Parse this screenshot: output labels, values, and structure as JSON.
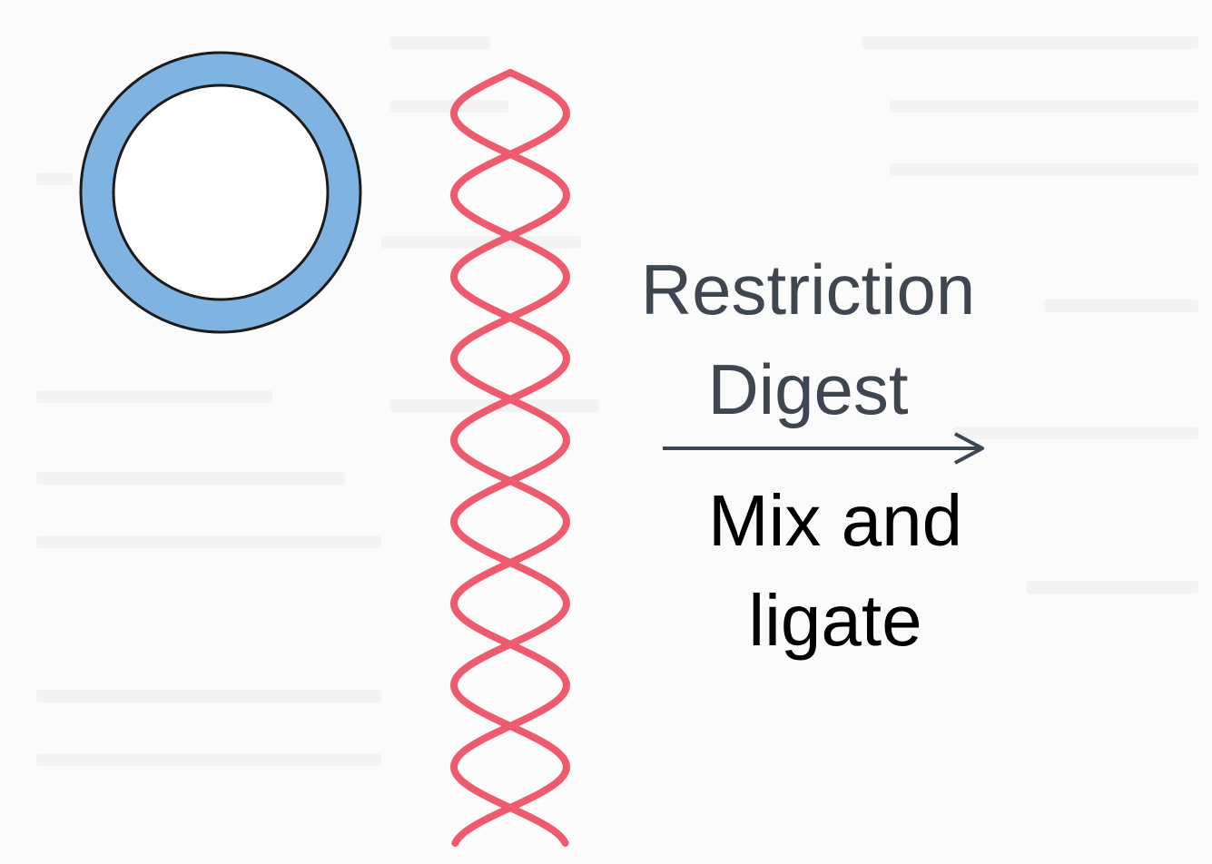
{
  "labels": {
    "above_arrow": [
      "Restriction",
      "Digest"
    ],
    "below_arrow": [
      "Mix and",
      "ligate"
    ]
  },
  "colors": {
    "plasmid_ring": "#7fb3e1",
    "plasmid_outline": "#1c1c1c",
    "dna_strand": "#ee5a6e",
    "arrow": "#3c4650",
    "label_top_text": "#3f4650",
    "label_bottom_text": "#000000",
    "background": "#fbfbfb",
    "background_text_ghost": "#e4e4e4"
  },
  "icons": {
    "plasmid": "plasmid-ring-icon",
    "dna": "dna-double-helix-icon",
    "arrow": "right-arrow-icon"
  }
}
